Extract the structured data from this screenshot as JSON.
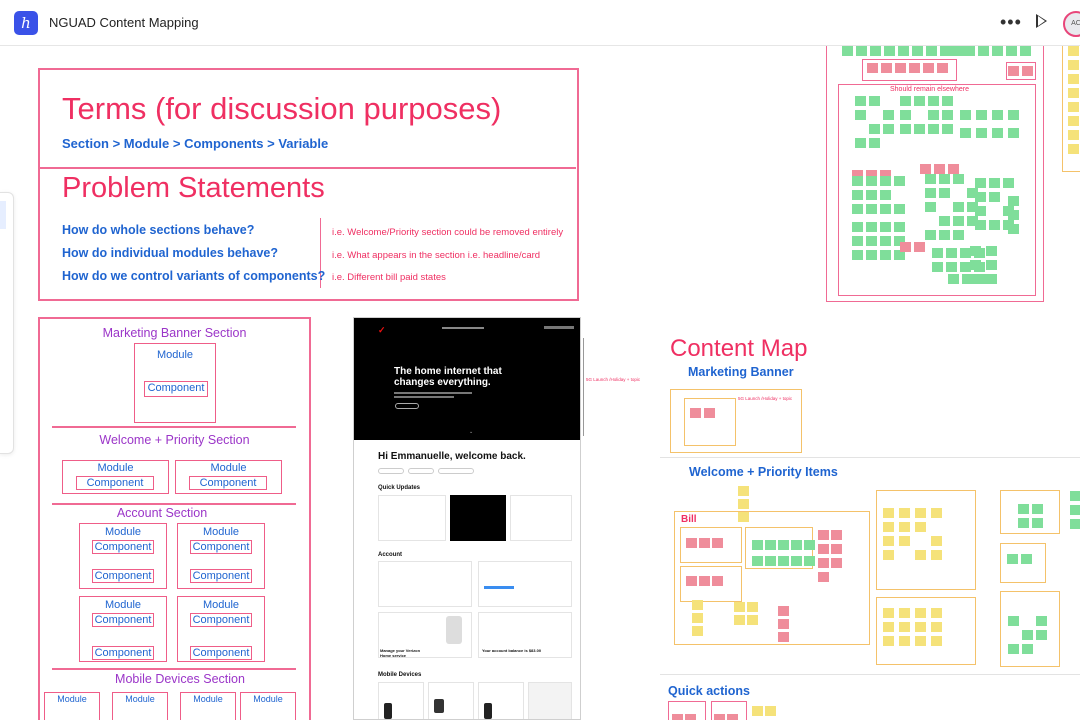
{
  "app": {
    "title": "NGUAD Content Mapping",
    "more_icon": "more-dots-icon",
    "present_icon": "play-icon",
    "colors": {
      "pink": "#ef2f62",
      "blue": "#1f64d0",
      "purple": "#9b35c8",
      "orange": "#f4c26a",
      "brand": "#3a52e8"
    }
  },
  "terms": {
    "heading": "Terms (for discussion purposes)",
    "hierarchy": "Section > Module > Components > Variable"
  },
  "problems": {
    "heading": "Problem Statements",
    "questions": [
      "How do whole sections behave?",
      "How do individual modules behave?",
      "How do we control variants of components?"
    ],
    "examples": [
      "i.e. Welcome/Priority section could be removed entirely",
      "i.e. What appears in the section i.e. headline/card",
      "i.e. Different bill paid states"
    ]
  },
  "wireframe": {
    "marketing_section": "Marketing Banner Section",
    "welcome_section": "Welcome + Priority Section",
    "account_section": "Account Section",
    "mobile_section": "Mobile Devices Section",
    "module": "Module",
    "component": "Component"
  },
  "content_map": {
    "title": "Content Map",
    "marketing": "Marketing Banner",
    "welcome": "Welcome + Priority Items",
    "quick": "Quick actions",
    "bill": "Bill",
    "remain": "Should remain elsewhere"
  },
  "screenshot": {
    "hero": "The home internet that changes everything.",
    "greeting": "Hi Emmanuelle, welcome back.",
    "quick": "Quick Updates",
    "account": "Account",
    "devices": "Mobile Devices",
    "annotation": "5G Launch /Holiday + topic",
    "plan": "Manage your Verizon Home service",
    "balance": "Your account balance is $83.00"
  }
}
